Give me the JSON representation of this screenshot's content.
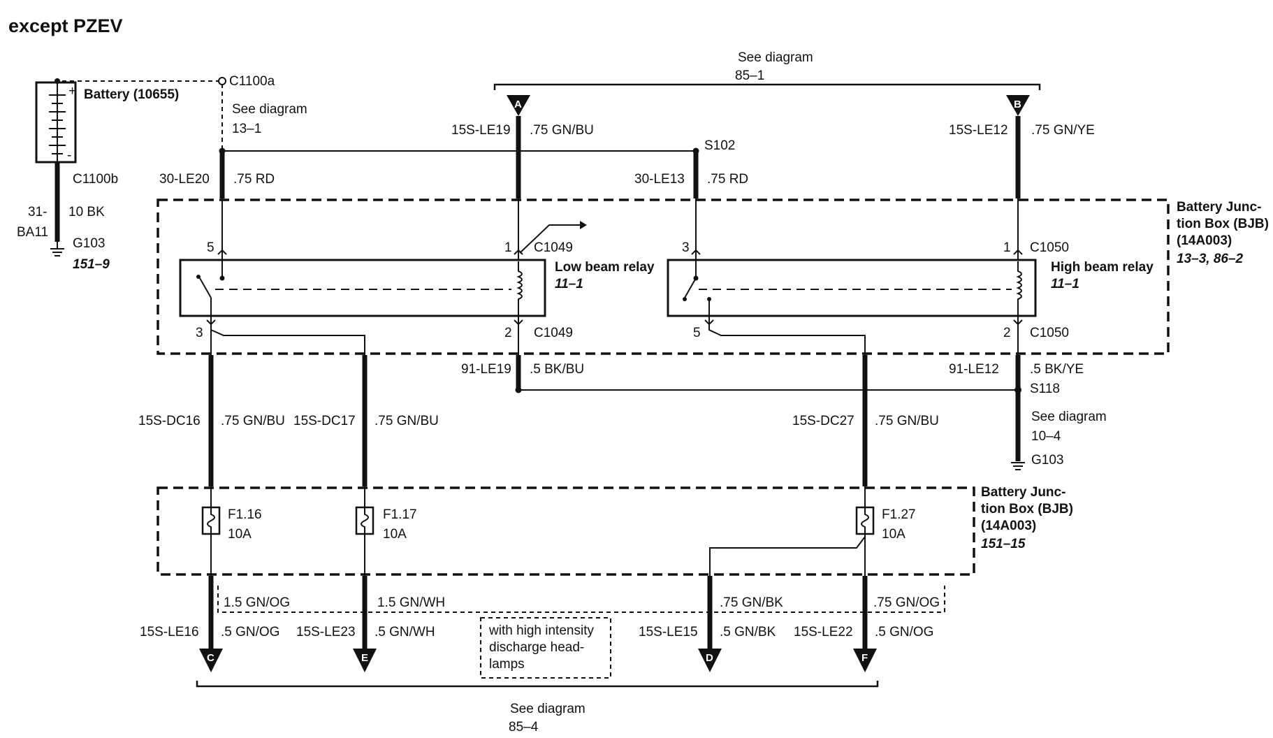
{
  "title": "except PZEV",
  "battery": {
    "label": "Battery (10655)",
    "plus": "+",
    "minus": "-"
  },
  "connectors": {
    "c1100a": "C1100a",
    "c1100b": "C1100b",
    "c1049_top": "C1049",
    "c1049_bot": "C1049",
    "c1050_top": "C1050",
    "c1050_bot": "C1050",
    "g103_left": "G103",
    "g103_right": "G103",
    "s102": "S102",
    "s118": "S118"
  },
  "see_refs": {
    "top": [
      "See diagram",
      "85–1"
    ],
    "c1100a": [
      "See diagram",
      "13–1"
    ],
    "right": [
      "See diagram",
      "10–4"
    ],
    "bottom": [
      "See diagram",
      "85–4"
    ],
    "g103_left_ref": "151–9"
  },
  "wires": {
    "ba11_a": "31-",
    "ba11_b": "BA11",
    "ba11_size": "10 BK",
    "le20": "30-LE20",
    "le20_size": ".75 RD",
    "le19_top": "15S-LE19",
    "le19_top_size": ".75 GN/BU",
    "le13": "30-LE13",
    "le13_size": ".75 RD",
    "le12_top": "15S-LE12",
    "le12_top_size": ".75 GN/YE",
    "le19_gnd": "91-LE19",
    "le19_gnd_size": ".5 BK/BU",
    "le12_gnd": "91-LE12",
    "le12_gnd_size": ".5 BK/YE",
    "dc16": "15S-DC16",
    "dc16_size": ".75 GN/BU",
    "dc17": "15S-DC17",
    "dc17_size": ".75 GN/BU",
    "dc27": "15S-DC27",
    "dc27_size": ".75 GN/BU",
    "hid_1": "1.5 GN/OG",
    "hid_2": "1.5 GN/WH",
    "hid_3": ".75 GN/BK",
    "hid_4": ".75 GN/OG",
    "le16": "15S-LE16",
    "le16_size": ".5 GN/OG",
    "le23": "15S-LE23",
    "le23_size": ".5 GN/WH",
    "le15": "15S-LE15",
    "le15_size": ".5 GN/BK",
    "le22": "15S-LE22",
    "le22_size": ".5 GN/OG"
  },
  "pins": {
    "lb_5": "5",
    "lb_1": "1",
    "lb_3": "3",
    "lb_2": "2",
    "hb_3": "3",
    "hb_1": "1",
    "hb_5": "5",
    "hb_2": "2"
  },
  "relays": {
    "low_beam": {
      "label": "Low beam relay",
      "ref": "11–1"
    },
    "high_beam": {
      "label": "High beam relay",
      "ref": "11–1"
    }
  },
  "bjb_top": {
    "l1": "Battery Junc-",
    "l2": "tion Box (BJB)",
    "l3": "(14A003)",
    "ref": "13–3, 86–2"
  },
  "bjb_bottom": {
    "l1": "Battery Junc-",
    "l2": "tion Box (BJB)",
    "l3": "(14A003)",
    "ref": "151–15"
  },
  "fuses": [
    {
      "id": "F1.16",
      "rating": "10A"
    },
    {
      "id": "F1.17",
      "rating": "10A"
    },
    {
      "id": "F1.27",
      "rating": "10A"
    }
  ],
  "hid_note": [
    "with high intensity",
    "discharge head-",
    "lamps"
  ],
  "terminals": {
    "a": "A",
    "b": "B",
    "c": "C",
    "d": "D",
    "e": "E",
    "f": "F"
  }
}
